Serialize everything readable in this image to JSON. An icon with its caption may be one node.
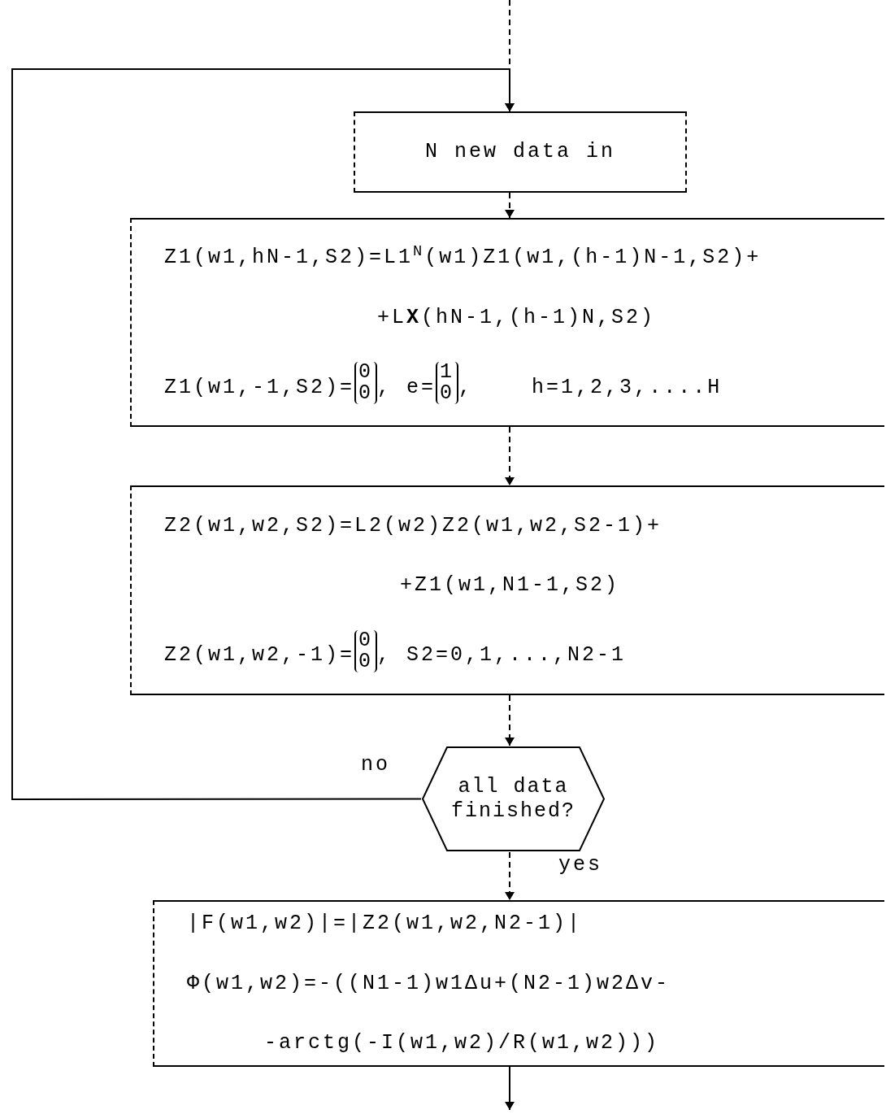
{
  "diagram": {
    "nodes": [
      {
        "text": [
          "N new data in"
        ]
      },
      {
        "text": [
          "Z1(w1,hN-1,S2)=L1$^{N}$(w1)Z1(w1,(h-1)N-1,S2)+",
          "+L**X**(hN-1,(h-1)N,S2)",
          "Z1(w1,-1,S2)=",
          "0",
          "0",
          ", e=",
          "1",
          "0",
          ",    h=1,2,3,....H"
        ]
      },
      {
        "text": [
          "Z2(w1,w2,S2)=L2(w2)Z2(w1,w2,S2-1)+",
          "+Z1(w1,N1-1,S2)",
          "Z2(w1,w2,-1)=",
          "0",
          "0",
          ", S2=0,1,...,N2-1"
        ]
      },
      {
        "text": [
          "all data finished?"
        ]
      },
      {
        "text": [
          "|F(w1,w2)|=|Z2(w1,w2,N2-1)|",
          "Φ(w1,w2)=-((N1-1)w1Δu+(N2-1)w2Δv-",
          "-arctg(-I(w1,w2)/R(w1,w2)))"
        ]
      }
    ],
    "edges": [
      {
        "from": null,
        "to": 0,
        "arrow": "to",
        "style": "dashed"
      },
      {
        "from": 0,
        "to": 1,
        "arrow": "to",
        "style": "dashed"
      },
      {
        "from": 1,
        "to": 2,
        "arrow": "to",
        "style": "dashed"
      },
      {
        "from": 2,
        "to": 3,
        "arrow": "to",
        "style": "dashed"
      },
      {
        "from": 3,
        "to": 0,
        "arrow": "to",
        "label": "no"
      },
      {
        "from": 3,
        "to": 4,
        "arrow": "to",
        "style": "dashed",
        "label": "yes"
      },
      {
        "from": 4,
        "to": null,
        "arrow": "to"
      }
    ]
  }
}
